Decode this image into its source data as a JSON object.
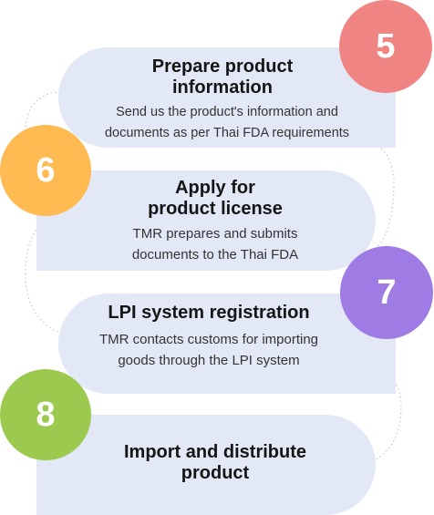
{
  "steps": [
    {
      "number": "5",
      "title": "Prepare product information",
      "title_line1": "Prepare product",
      "title_line2": "information",
      "description_line1": "Send us the product's information and",
      "description_line2": "documents as per Thai FDA requirements",
      "badge_color": "#ef8482"
    },
    {
      "number": "6",
      "title_line1": "Apply for",
      "title_line2": "product license",
      "description_line1": "TMR prepares and submits",
      "description_line2": "documents to the Thai FDA",
      "badge_color": "#ffba52"
    },
    {
      "number": "7",
      "title_line1": "LPI system registration",
      "description_line1": "TMR contacts customs for importing",
      "description_line2": "goods through the LPI system",
      "badge_color": "#9f7be4"
    },
    {
      "number": "8",
      "title_line1": "Import and distribute",
      "title_line2": "product",
      "badge_color": "#9cca4f"
    }
  ],
  "colors": {
    "card_background": "#e3e8f7",
    "connector": "#bdbdbd"
  }
}
